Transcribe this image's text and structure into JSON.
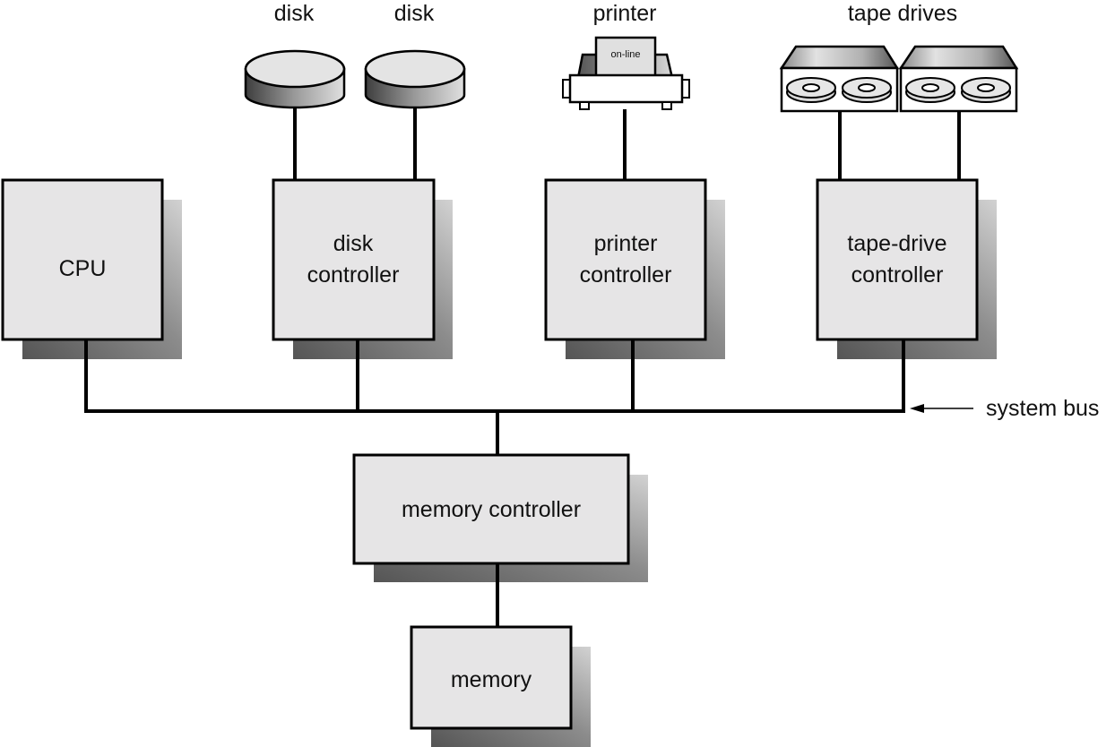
{
  "diagram": {
    "title": "Computer system with CPU, device controllers and memory on a system bus",
    "devices": [
      {
        "id": "disk1",
        "label": "disk",
        "type": "disk"
      },
      {
        "id": "disk2",
        "label": "disk",
        "type": "disk"
      },
      {
        "id": "printer",
        "label": "printer",
        "type": "printer",
        "panel_text": "on-line"
      },
      {
        "id": "tapes",
        "label": "tape drives",
        "type": "tape-drive",
        "count": 2
      }
    ],
    "components": {
      "cpu": {
        "lines": [
          "CPU"
        ]
      },
      "disk_controller": {
        "lines": [
          "disk",
          "controller"
        ]
      },
      "printer_controller": {
        "lines": [
          "printer",
          "controller"
        ]
      },
      "tape_controller": {
        "lines": [
          "tape-drive",
          "controller"
        ]
      },
      "memory_controller": {
        "lines": [
          "memory controller"
        ]
      },
      "memory": {
        "lines": [
          "memory"
        ]
      }
    },
    "bus": {
      "label": "system bus"
    },
    "connections": [
      [
        "disk1",
        "disk_controller"
      ],
      [
        "disk2",
        "disk_controller"
      ],
      [
        "printer",
        "printer_controller"
      ],
      [
        "tapes",
        "tape_controller"
      ],
      [
        "cpu",
        "system_bus"
      ],
      [
        "disk_controller",
        "system_bus"
      ],
      [
        "printer_controller",
        "system_bus"
      ],
      [
        "tape_controller",
        "system_bus"
      ],
      [
        "system_bus",
        "memory_controller"
      ],
      [
        "memory_controller",
        "memory"
      ]
    ],
    "colors": {
      "box_fill": "#e6e5e6",
      "shadow_dark": "#5a5a5a",
      "shadow_light": "#cfcfcf",
      "line": "#000000"
    }
  }
}
